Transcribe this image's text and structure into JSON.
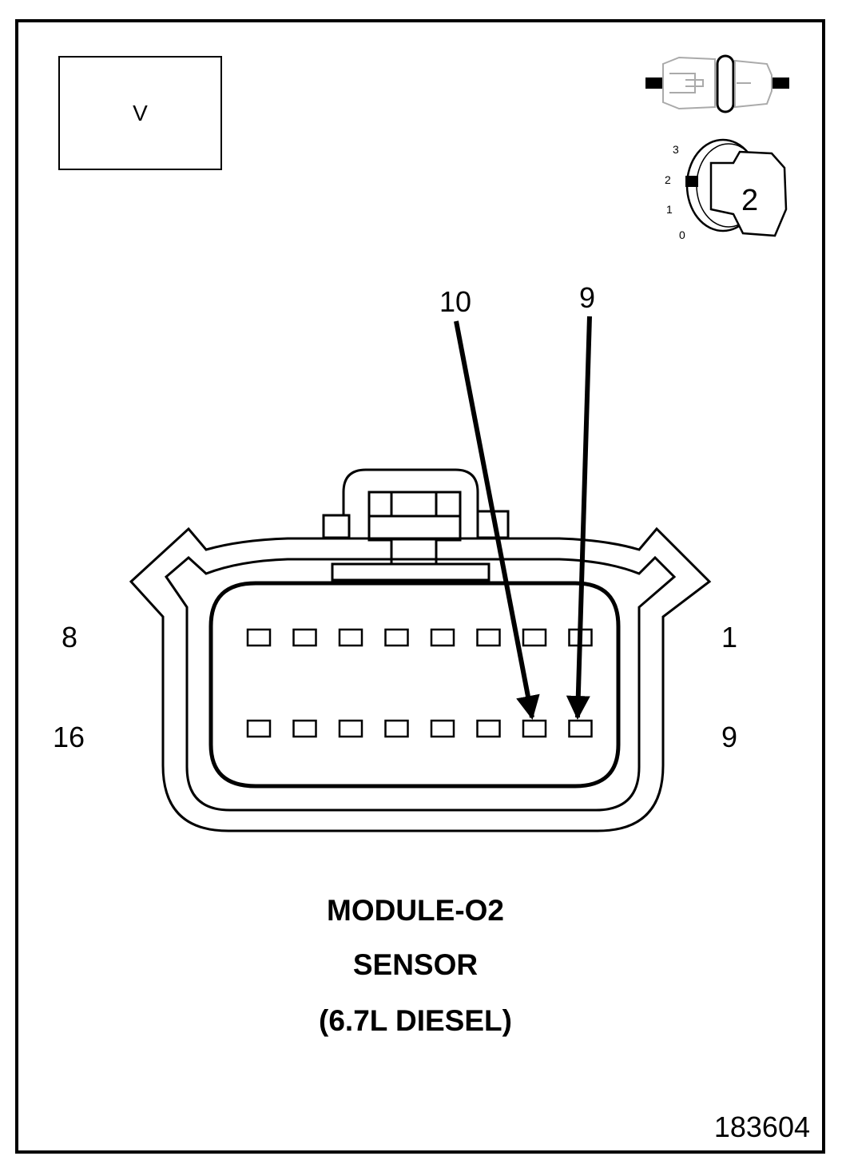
{
  "meter": {
    "label": "V"
  },
  "ignition": {
    "positions": [
      "3",
      "2",
      "1",
      "0"
    ],
    "key_position": "2"
  },
  "callouts": {
    "pin_a": "10",
    "pin_b": "9"
  },
  "connector": {
    "row1": {
      "left_label": "8",
      "right_label": "1"
    },
    "row2": {
      "left_label": "16",
      "right_label": "9"
    },
    "pins_per_row": 8
  },
  "caption": {
    "line1": "MODULE-O2",
    "line2": "SENSOR",
    "line3": "(6.7L DIESEL)"
  },
  "figure_number": "183604"
}
